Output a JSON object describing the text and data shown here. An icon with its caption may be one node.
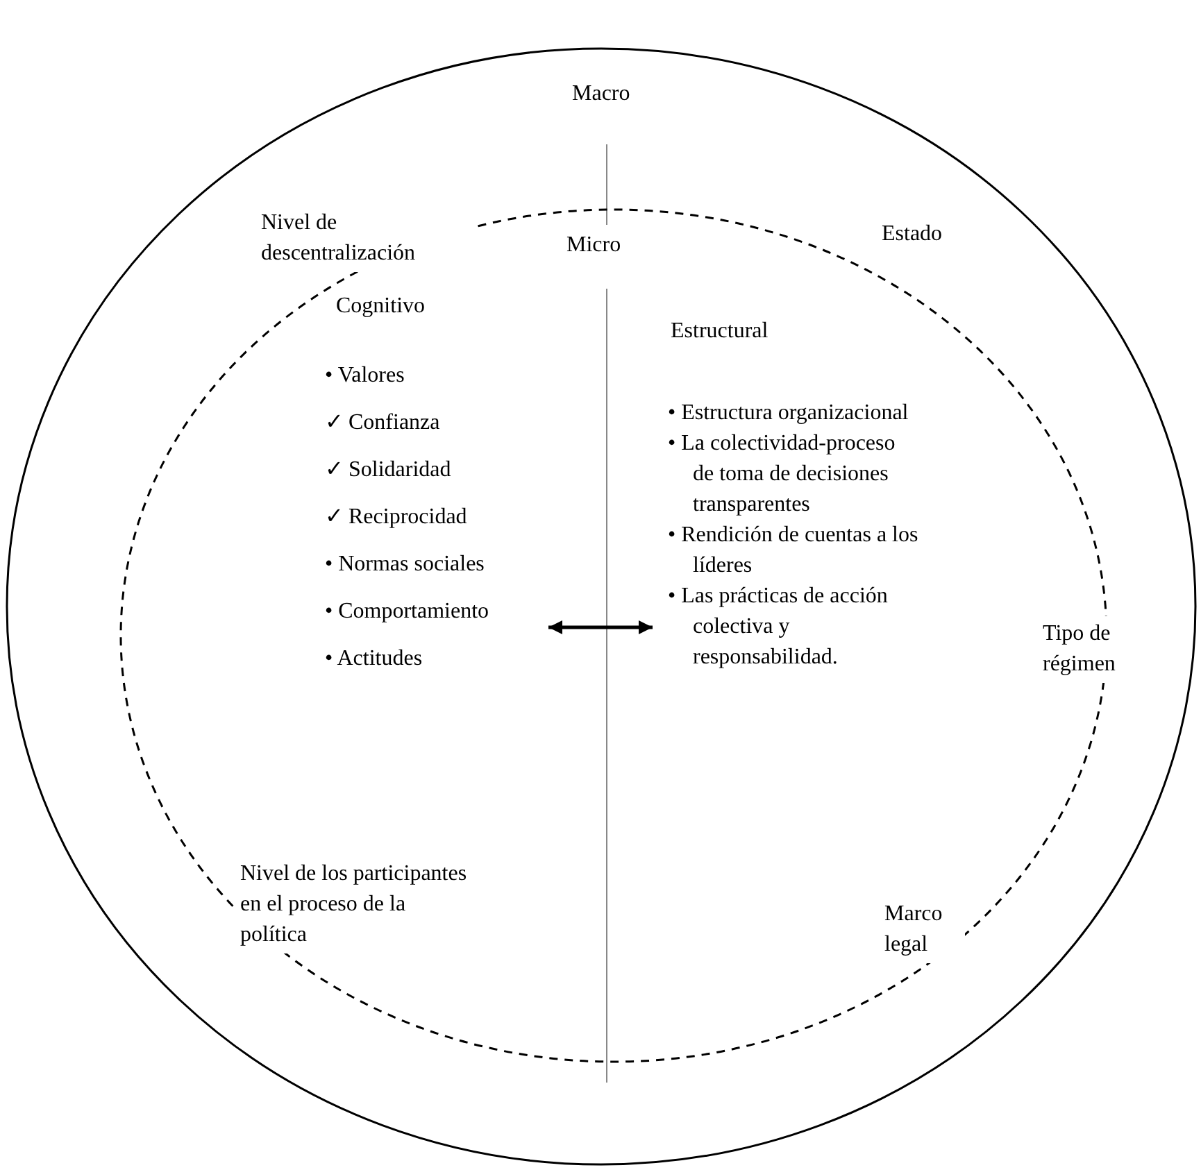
{
  "diagram": {
    "nodes": [
      {
        "text": [
          "Macro"
        ]
      },
      {
        "text": [
          "Micro"
        ],
        "in": 0
      },
      {
        "text": [
          "Cognitivo",
          "• Valores",
          "✓ Confianza",
          "✓ Solidaridad",
          "✓ Reciprocidad",
          "• Normas sociales",
          "• Comportamiento",
          "• Actitudes"
        ],
        "in": 1
      },
      {
        "text": [
          "Estructural",
          "• Estructura organizacional",
          "• La colectividad-proceso de toma de decisiones transparentes",
          "• Rendición de cuentas a los líderes",
          "• Las prácticas de acción colectiva y responsabilidad."
        ],
        "in": 1
      }
    ],
    "edges": [
      {
        "from": 2,
        "to": 3,
        "arrow": "both"
      }
    ],
    "labels": [
      "Nivel de descentralización",
      "Estado",
      "Tipo de régimen",
      "Nivel de los participantes en el proceso de la política",
      "Marco legal"
    ]
  }
}
